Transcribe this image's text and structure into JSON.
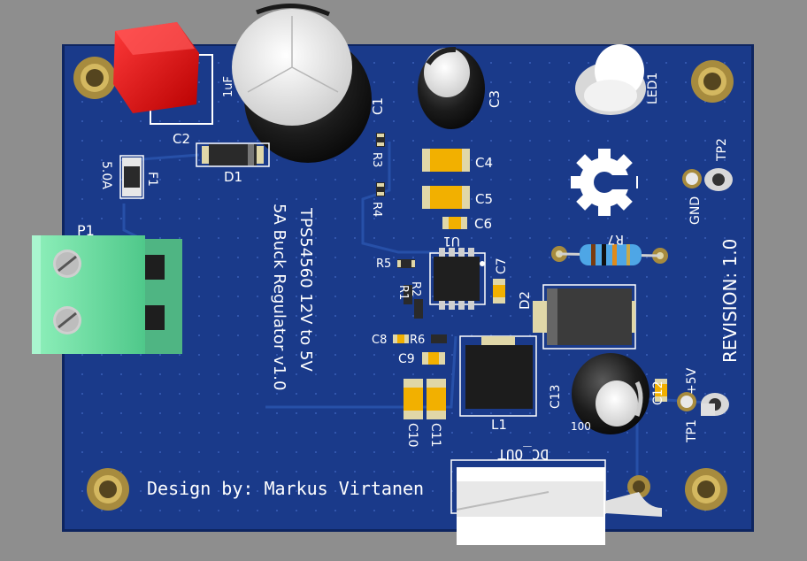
{
  "board": {
    "colors": {
      "background": "#8e8e8e",
      "pcb": "#1a3a8a",
      "silkscreen": "#ffffff",
      "copper": "#b8a060",
      "terminal_block": "#6fdca0"
    },
    "title_line1": "TPS54560 12V to 5V",
    "title_line2": "5A Buck Regulator v1.0",
    "revision": "REVISION: 1.0",
    "designer": "Design by: Markus Virtanen",
    "logo": "open-source-hardware-gear"
  },
  "labels": {
    "c1": "C1",
    "c2": "C2",
    "c2_value": "1uF",
    "c3": "C3",
    "c4": "C4",
    "c5": "C5",
    "c6": "C6",
    "c7": "C7",
    "c8": "C8",
    "c9": "C9",
    "c10": "C10",
    "c11": "C11",
    "c12": "C12",
    "c13": "C13",
    "c13_value": "100",
    "d1": "D1",
    "d2": "D2",
    "f1": "F1",
    "f1_value": "5.0A",
    "r1": "R1",
    "r2": "R2",
    "r3": "R3",
    "r4": "R4",
    "r5": "R5",
    "r6": "R6",
    "r7": "R7",
    "u1": "U1",
    "l1": "L1",
    "led1": "LED1",
    "p1": "P1",
    "tp1": "TP1",
    "tp1_net": "+5V",
    "tp2": "TP2",
    "tp2_net": "GND",
    "dc_out": "DC_OUT"
  }
}
